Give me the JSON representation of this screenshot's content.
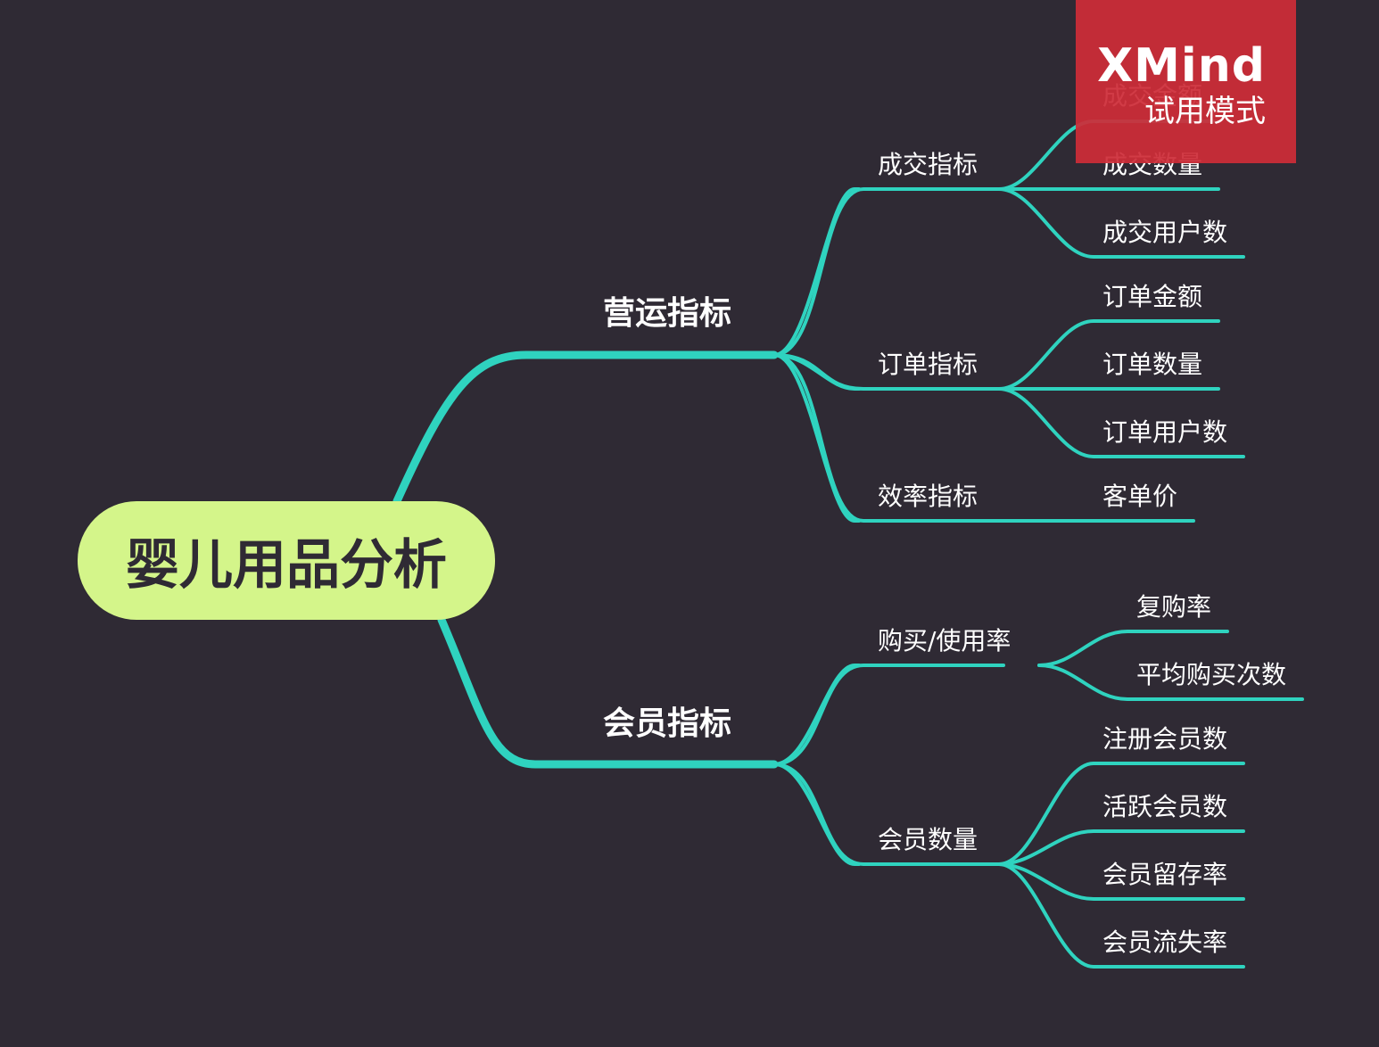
{
  "root": "婴儿用品分析",
  "branch_color": "#2fd3bf",
  "root_color": "#d4f58a",
  "background_color": "#2f2a34",
  "branches": [
    {
      "label": "营运指标",
      "children": [
        {
          "label": "成交指标",
          "children": [
            "成交金额",
            "成交数量",
            "成交用户数"
          ]
        },
        {
          "label": "订单指标",
          "children": [
            "订单金额",
            "订单数量",
            "订单用户数"
          ]
        },
        {
          "label": "效率指标",
          "children": [
            "客单价"
          ]
        }
      ]
    },
    {
      "label": "会员指标",
      "children": [
        {
          "label": "购买/使用率",
          "children": [
            "复购率",
            "平均购买次数"
          ]
        },
        {
          "label": "会员数量",
          "children": [
            "注册会员数",
            "活跃会员数",
            "会员留存率",
            "会员流失率"
          ]
        }
      ]
    }
  ],
  "watermark": {
    "title": "XMind",
    "subtitle": "试用模式",
    "color": "#cd2c38"
  }
}
